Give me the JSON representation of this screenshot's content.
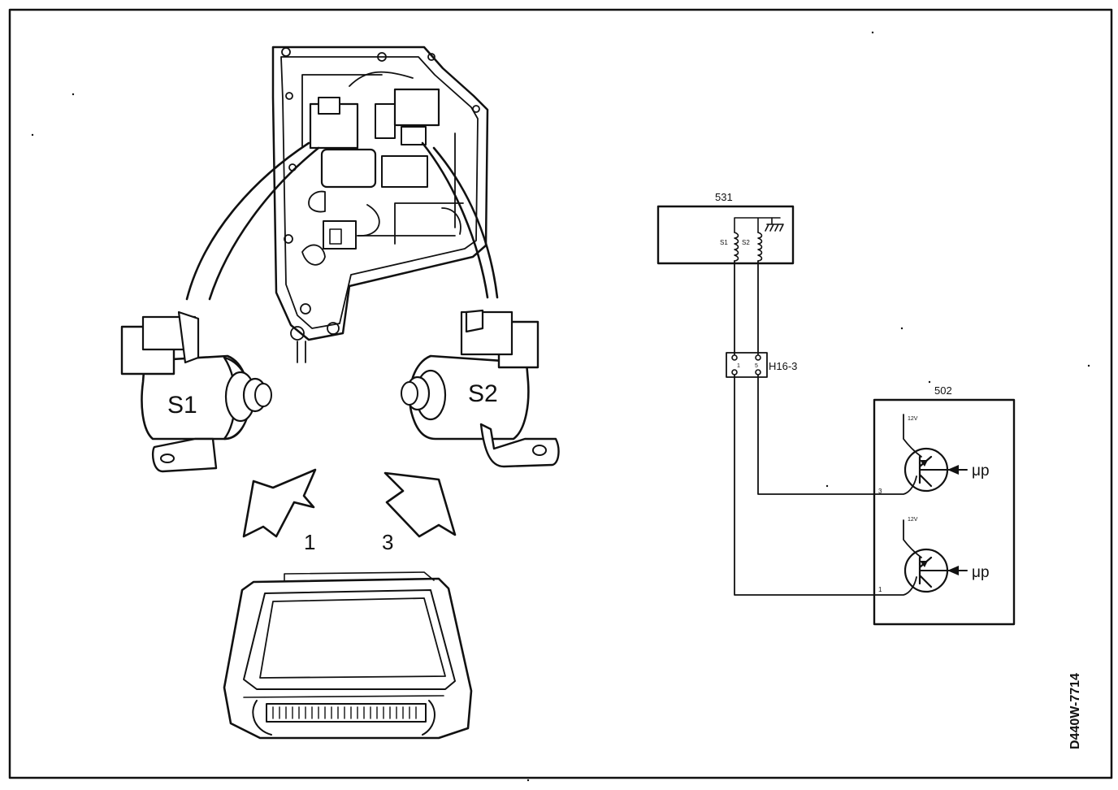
{
  "labels": {
    "s1": "S1",
    "s2": "S2",
    "arrow_left": "1",
    "arrow_right": "3",
    "box_531": "531",
    "box_502": "502",
    "connector": "H16-3",
    "coil_s1": "S1",
    "coil_s2": "S2",
    "pin_1": "1",
    "pin_5": "5",
    "pin_502_3": "3",
    "pin_502_1": "1",
    "v12_top": "12V",
    "v12_bottom": "12V",
    "mu_p_top": "μp",
    "mu_p_bottom": "μp",
    "doc_code": "D440W-7714"
  }
}
